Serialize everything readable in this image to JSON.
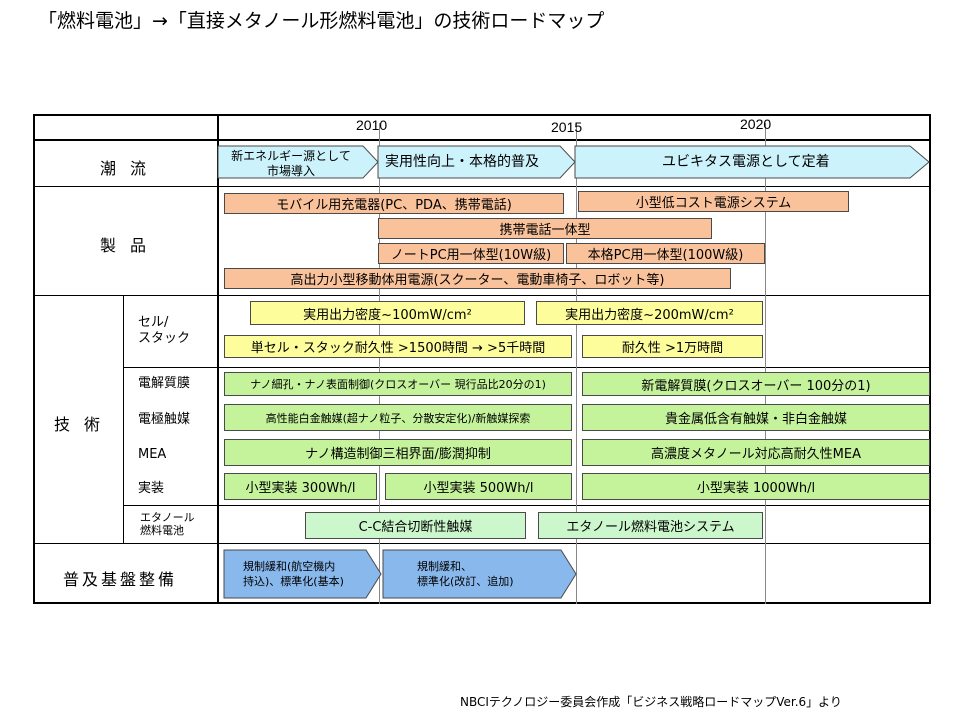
{
  "title": "「燃料電池」→「直接メタノール形燃料電池」の技術ロードマップ",
  "source": "NBCIテクノロジー委員会作成「ビジネス戦略ロードマップVer.6」より",
  "years": [
    "2010",
    "2015",
    "2020"
  ],
  "categories": {
    "trend": "潮流",
    "products": "製品",
    "technology": "技術",
    "infrastructure": "普及基盤整備"
  },
  "subcategories": {
    "cell_stack": [
      "セル/",
      "スタック"
    ],
    "membrane": "電解質膜",
    "catalyst": "電極触媒",
    "mea": "MEA",
    "packaging": "実装",
    "ethanol": [
      "エタノール",
      "燃料電池"
    ]
  },
  "trend": {
    "arrow1": [
      "新エネルギー源として",
      "市場導入"
    ],
    "arrow2": "実用性向上・本格的普及",
    "arrow3": "ユビキタス電源として定着"
  },
  "products": {
    "charger": "モバイル用充電器(PC、PDA、携帯電話)",
    "small_system": "小型低コスト電源システム",
    "phone": "携帯電話一体型",
    "pc_10w": "ノートPC用一体型(10W級)",
    "pc_100w": "本格PC用一体型(100W級)",
    "mobility": "高出力小型移動体用電源(スクーター、電動車椅子、ロボット等)"
  },
  "tech": {
    "density1": "実用出力密度~100mW/cm²",
    "density2": "実用出力密度~200mW/cm²",
    "durability1": "単セル・スタック耐久性 >1500時間 → >5千時間",
    "durability2": "耐久性 >1万時間",
    "membrane1": "ナノ細孔・ナノ表面制御(クロスオーバー 現行品比20分の1)",
    "membrane2": "新電解質膜(クロスオーバー 100分の1)",
    "catalyst1": "高性能白金触媒(超ナノ粒子、分散安定化)/新触媒探索",
    "catalyst2": "貴金属低含有触媒・非白金触媒",
    "mea1": "ナノ構造制御三相界面/膨潤抑制",
    "mea2": "高濃度メタノール対応高耐久性MEA",
    "pack1": "小型実装 300Wh/l",
    "pack2": "小型実装 500Wh/l",
    "pack3": "小型実装 1000Wh/l",
    "ethanol1": "C-C結合切断性触媒",
    "ethanol2": "エタノール燃料電池システム"
  },
  "infrastructure": {
    "arrow1": [
      "規制緩和(航空機内",
      "持込)、標準化(基本)"
    ],
    "arrow2": [
      "規制緩和、",
      "標準化(改訂、追加)"
    ]
  },
  "colors": {
    "trend_arrow": "#ccf2fb",
    "product_bar": "#f9c29b",
    "cell_bar": "#fdfd9c",
    "tech_bar": "#c5f39c",
    "ethanol_bar": "#ccf6cc",
    "infra_arrow": "#89b8ec"
  }
}
